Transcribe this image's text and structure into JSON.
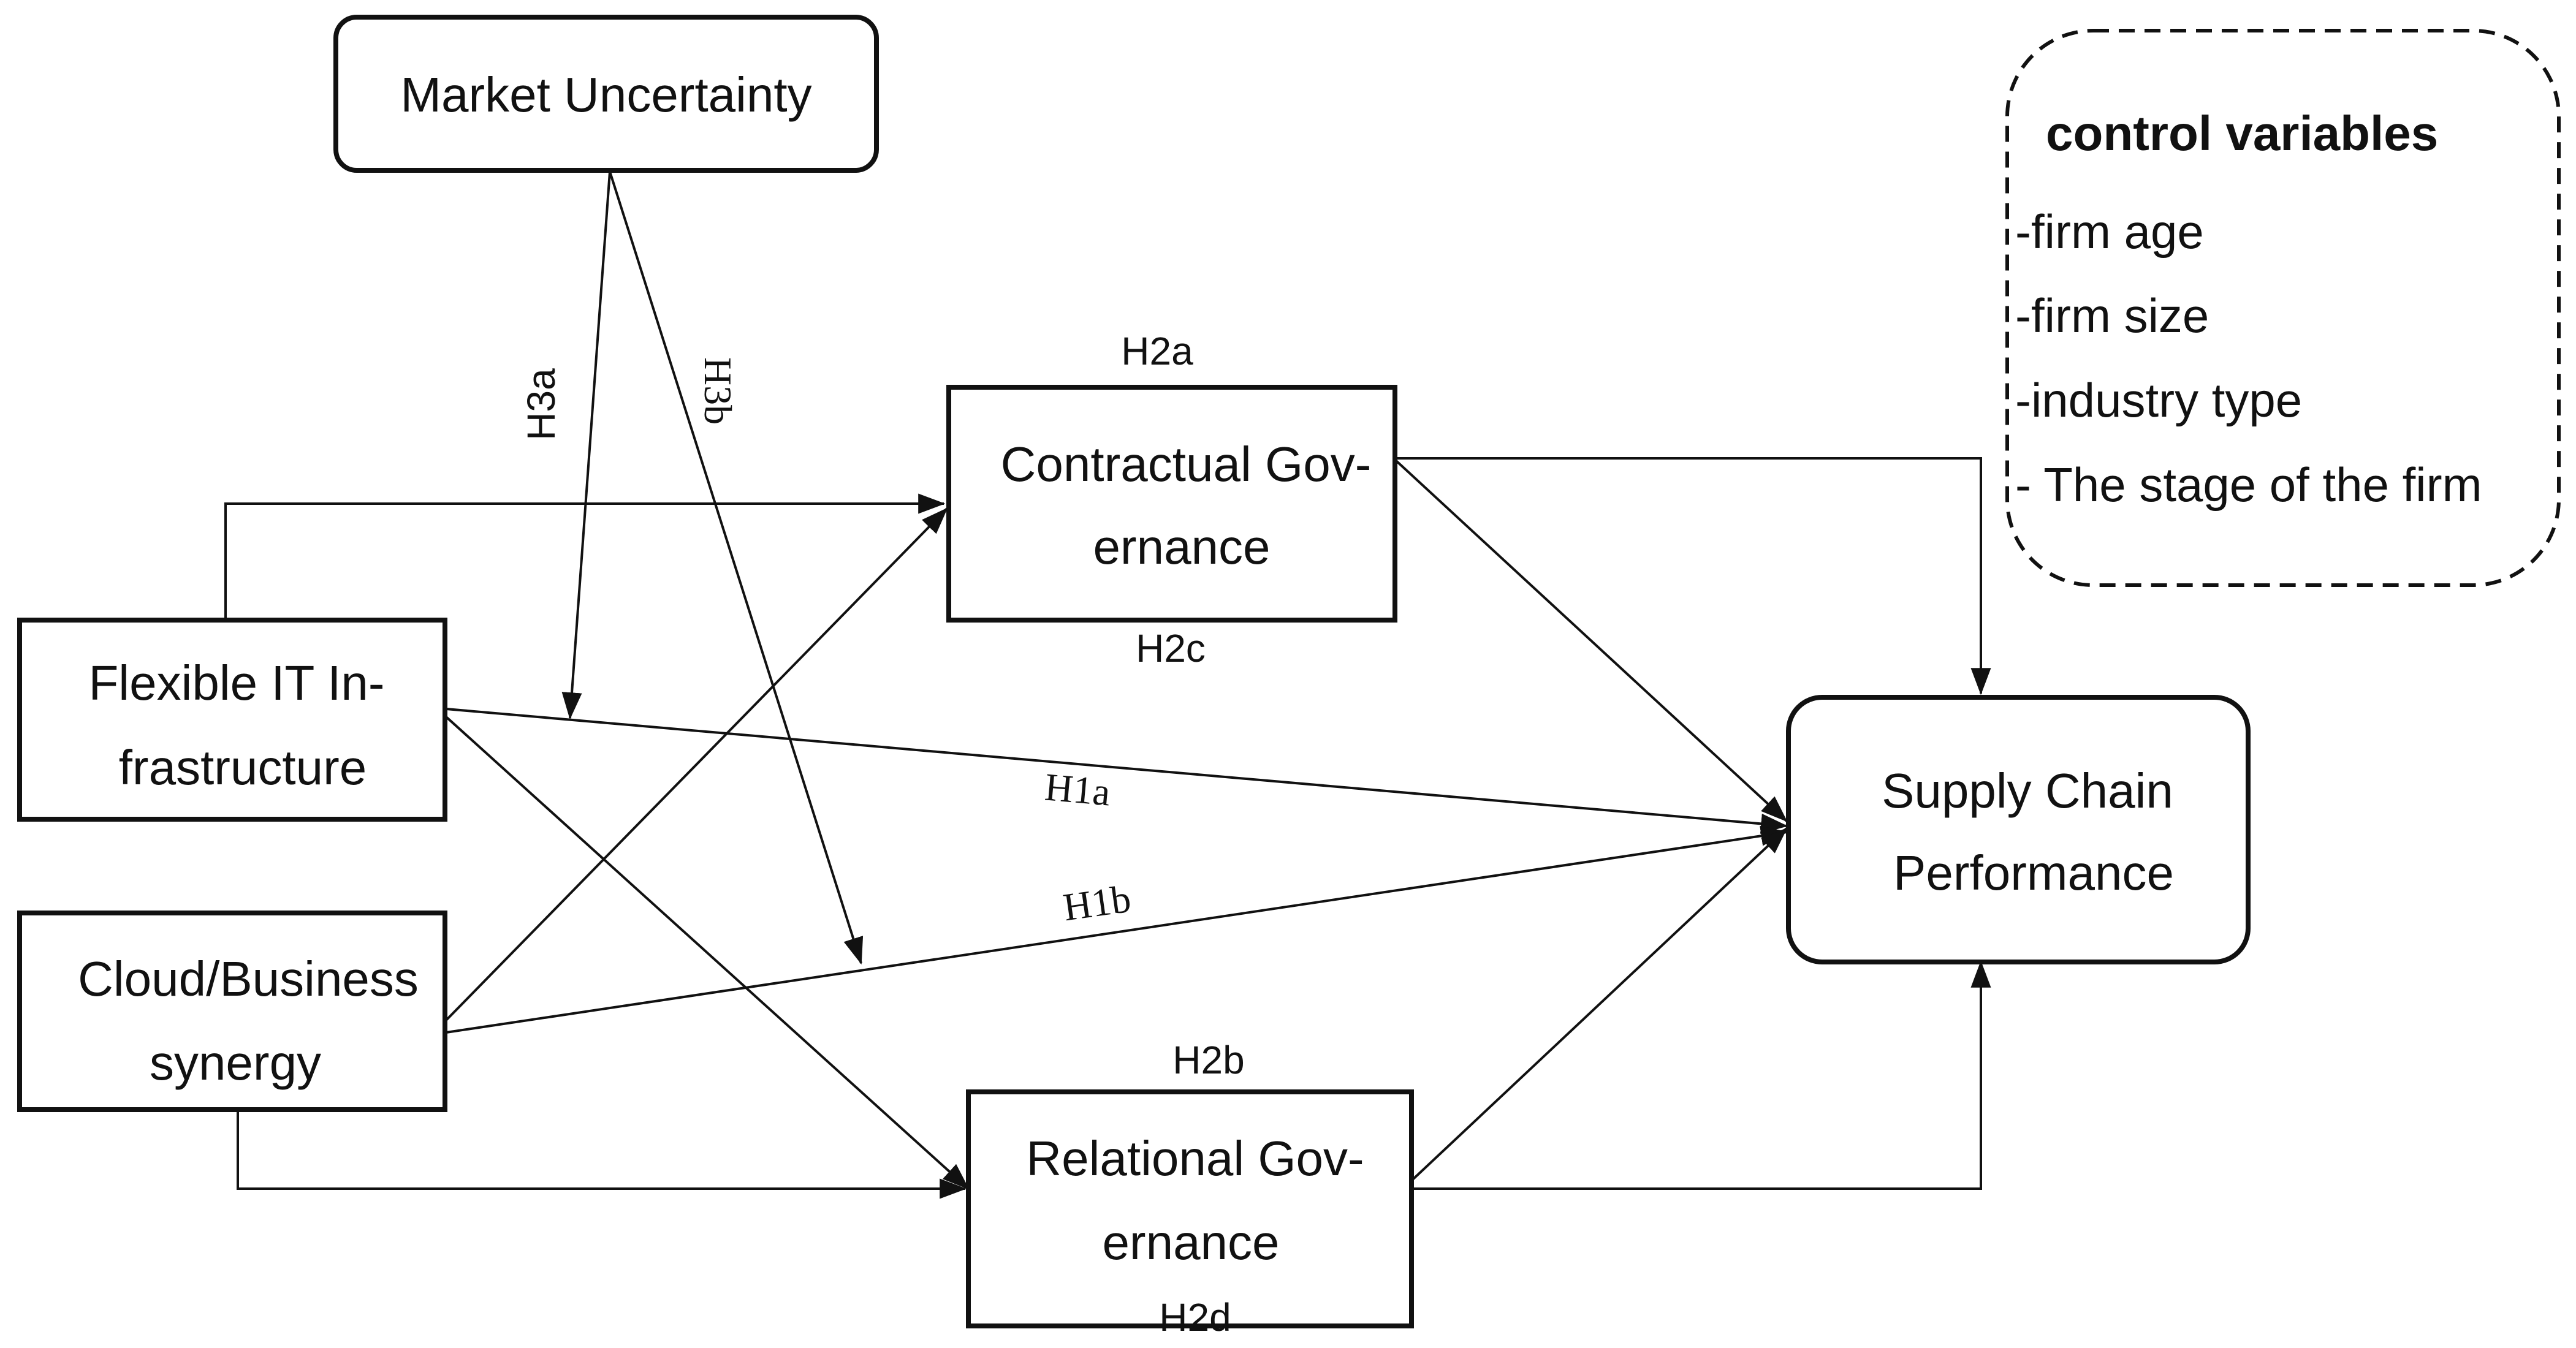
{
  "nodes": {
    "market_uncertainty": {
      "lines": [
        "Market Uncertainty"
      ]
    },
    "flexible_it": {
      "lines": [
        "Flexible IT In-",
        "frastructure"
      ]
    },
    "cloud_business": {
      "lines": [
        "Cloud/Business",
        "synergy"
      ]
    },
    "contractual_governance": {
      "lines": [
        "Contractual Gov-",
        "ernance"
      ]
    },
    "relational_governance": {
      "lines": [
        "Relational Gov-",
        "ernance"
      ]
    },
    "supply_chain_performance": {
      "lines": [
        "Supply Chain",
        "Performance"
      ]
    }
  },
  "hypotheses": {
    "h1a": "H1a",
    "h1b": "H1b",
    "h2a": "H2a",
    "h2b": "H2b",
    "h2c": "H2c",
    "h2d": "H2d",
    "h3a": "H3a",
    "h3b": "H3b"
  },
  "controls": {
    "title": "control variables",
    "items": [
      "-firm age",
      "-firm size",
      "-industry type",
      "- The stage of the firm"
    ]
  }
}
